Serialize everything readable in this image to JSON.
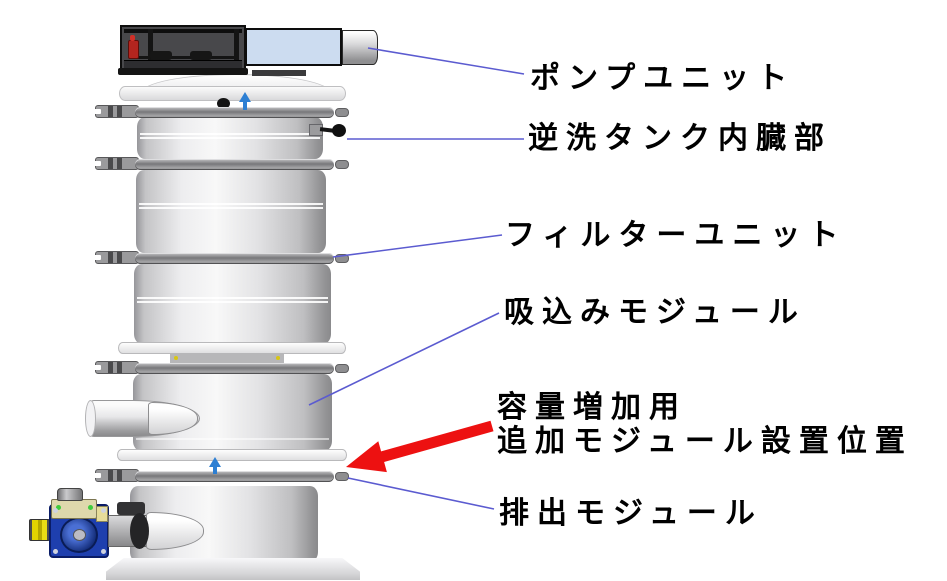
{
  "labels": {
    "pump_unit": "ポンプユニット",
    "backwash_tank_internal": "逆洗タンク内臓部",
    "filter_unit": "フィルターユニット",
    "suction_module": "吸込みモジュール",
    "capacity_note_line1": "容量増加用",
    "capacity_note_line2": "追加モジュール設置位置",
    "discharge_module": "排出モジュール"
  },
  "colors": {
    "leader_line": "#5b5bd0",
    "highlight_arrow_red": "#ed1111",
    "insert_arrow_blue": "#2d7fd3",
    "pump_cover_blue": "#ccdcf0",
    "valve_blue": "#1e3fae",
    "valve_yellow": "#e3d400",
    "background": "#ffffff"
  }
}
